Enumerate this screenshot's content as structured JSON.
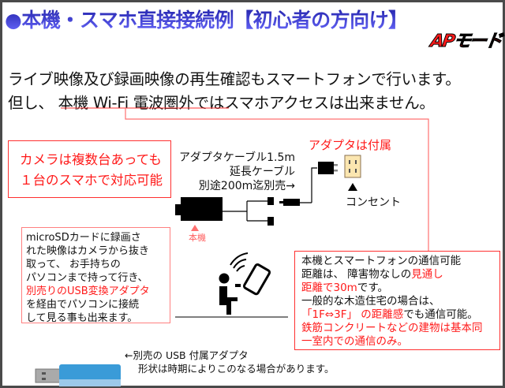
{
  "title": "●本機・スマホ直接接続例【初心者の方向け】",
  "mode_badge": "APモード",
  "lead": {
    "line1": "ライブ映像及び録画映像の再生確認もスマートフォンで行います。",
    "line2_prefix": "但し、",
    "line2_highlight": "本機 Wi-Fi 電波圏外",
    "line2_suffix": "ではスマホアクセスは出来ません。"
  },
  "multi_camera_note": {
    "line1": "カメラは複数台あっても",
    "line2": "１台のスマホで対応可能"
  },
  "cable": {
    "line1": "アダプタケーブル1.5m",
    "line2": "延長ケーブル",
    "line3": "別途200m迄別売→",
    "adapter_included": "アダプタは付属",
    "outlet": "コンセント",
    "camera_label": "本機"
  },
  "sd_note": {
    "lines": [
      "microSDカードに録画さ",
      "れた映像はカメラから抜き",
      "取って、 お手持ちの",
      "パソコンまで持って行き、"
    ],
    "red_line": "別売りのUSB変換アダプタ",
    "lines_after": [
      "を経由でパソコンに接続",
      "して見る事も出来ます。"
    ]
  },
  "range_note": {
    "l1": "本機とスマートフォンの通信可能",
    "l2a": "距離は、 障害物なしの",
    "l2b": "見通し",
    "l3a": "距離で30m",
    "l3b": "です。",
    "l4": "一般的な木造住宅の場合は、",
    "l5a": "「1F⇔3F」 の距離感",
    "l5b": "でも通信可能。",
    "l6": "鉄筋コンクリートなどの建物は基本同",
    "l7": "一室内での通信のみ。"
  },
  "usb_caption": {
    "line1": "←別売の USB 付属アダプタ",
    "line2": "形状は時期によりこのなる場合があります。"
  },
  "colors": {
    "accent_red": "#ff1a1a",
    "title_blue": "#3333cc"
  }
}
